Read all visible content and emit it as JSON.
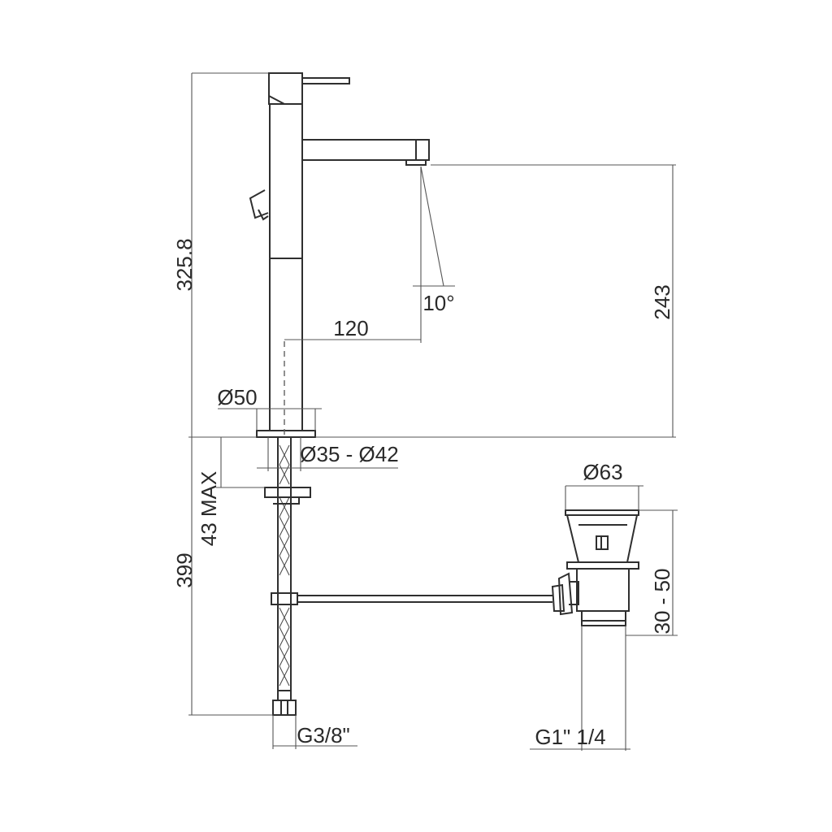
{
  "dimensions": {
    "total_height": "325.8",
    "spout_height": "243",
    "spout_reach": "120",
    "spray_angle": "10°",
    "base_diameter": "Ø50",
    "hole_diameter": "Ø35 - Ø42",
    "max_deck_thickness": "43 MAX",
    "hose_length": "399",
    "waste_diameter": "Ø63",
    "waste_range": "30 - 50",
    "hose_thread": "G3/8\"",
    "waste_thread": "G1\" 1/4"
  },
  "colors": {
    "line": "#2f2f2f",
    "text": "#2a2a2a",
    "background": "#ffffff"
  }
}
